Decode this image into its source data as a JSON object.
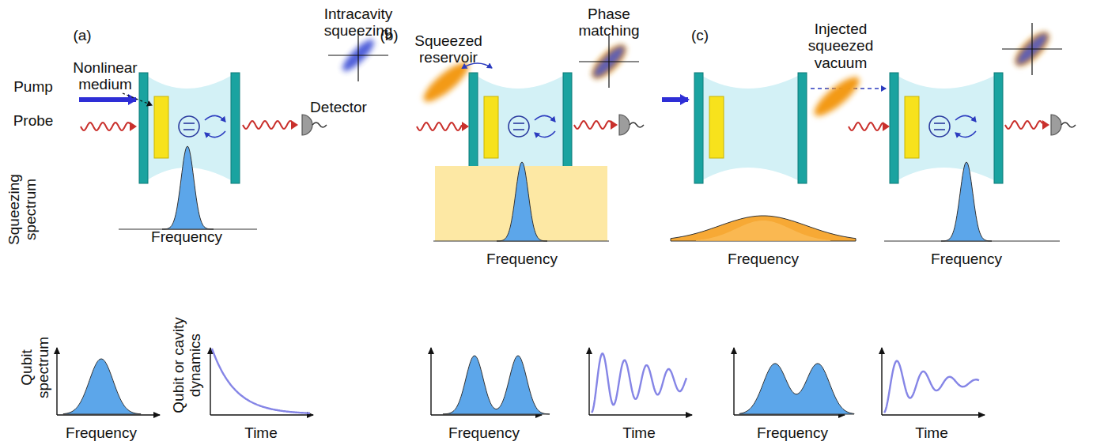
{
  "diagram": {
    "labels": [
      "(a)",
      "Intracavity squeezing",
      "Pump",
      "Nonlinear medium",
      "Probe",
      "Detector",
      "(b)",
      "Phase matching",
      "Squeezed reservoir",
      "(c)",
      "Injected squeezed vacuum",
      "Squeezing spectrum",
      "Frequency",
      "Frequency",
      "Frequency",
      "Frequency",
      "Qubit spectrum",
      "Frequency",
      "Qubit or cavity dynamics",
      "Time",
      "Frequency",
      "Time",
      "Frequency",
      "Time"
    ]
  }
}
